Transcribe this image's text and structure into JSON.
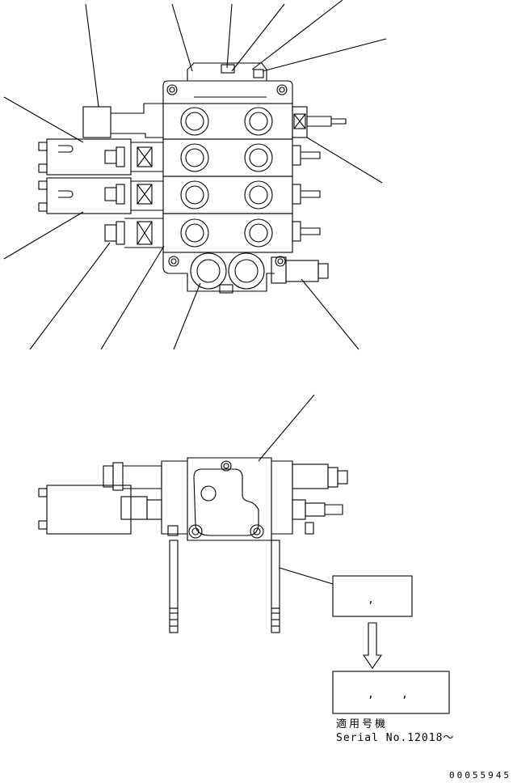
{
  "drawing": {
    "label_box_1": {
      "text": ","
    },
    "label_box_2": {
      "text_a": ",",
      "text_b": ","
    },
    "applicability": {
      "jp_label": "適用号機",
      "serial_line": "Serial No.12018～"
    },
    "drawing_code": "00055945"
  },
  "colors": {
    "line": "#000000",
    "background": "#ffffff"
  }
}
